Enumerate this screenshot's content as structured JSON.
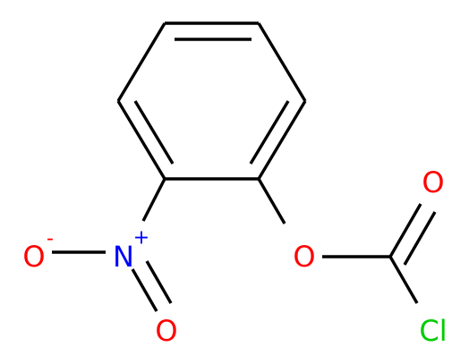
{
  "molecule": {
    "atom_labels": {
      "o_anion": "O",
      "o_anion_charge": "-",
      "n_nitro": "N",
      "n_nitro_charge": "+",
      "o_nitro_double": "O",
      "o_ester": "O",
      "o_carbonyl": "O",
      "cl": "Cl"
    },
    "colors": {
      "bond": "#000000",
      "oxygen": "#ff0000",
      "nitrogen": "#0000ff",
      "chlorine": "#00cc00"
    }
  }
}
